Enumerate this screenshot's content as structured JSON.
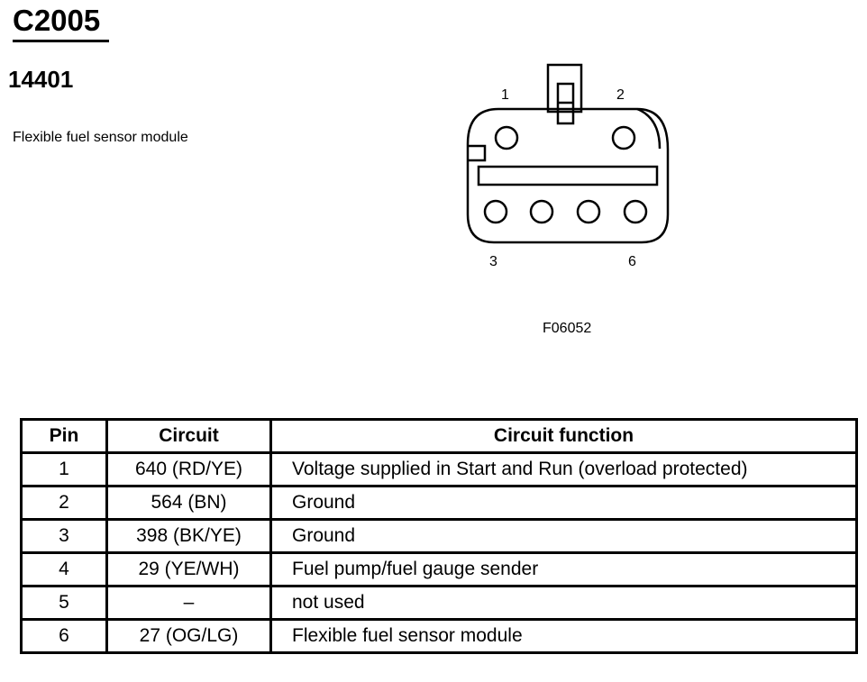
{
  "connector": {
    "id": "C2005",
    "part_number": "14401",
    "description": "Flexible fuel sensor module",
    "figure_id": "F06052",
    "pin_labels": [
      "1",
      "2",
      "3",
      "6"
    ]
  },
  "table": {
    "headers": {
      "pin": "Pin",
      "circuit": "Circuit",
      "function": "Circuit function"
    },
    "rows": [
      {
        "pin": "1",
        "circuit": "640 (RD/YE)",
        "function": "Voltage supplied in Start and Run (overload protected)"
      },
      {
        "pin": "2",
        "circuit": "564 (BN)",
        "function": "Ground"
      },
      {
        "pin": "3",
        "circuit": "398 (BK/YE)",
        "function": "Ground"
      },
      {
        "pin": "4",
        "circuit": "29 (YE/WH)",
        "function": "Fuel pump/fuel gauge sender"
      },
      {
        "pin": "5",
        "circuit": "–",
        "function": "not used"
      },
      {
        "pin": "6",
        "circuit": "27 (OG/LG)",
        "function": "Flexible fuel sensor module"
      }
    ]
  }
}
